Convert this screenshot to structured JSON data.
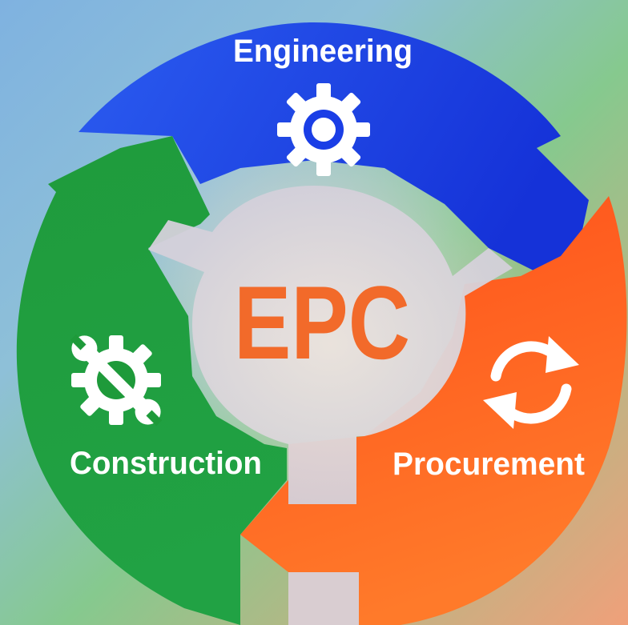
{
  "center": {
    "title": "EPC"
  },
  "segments": [
    {
      "key": "engineering",
      "label": "Engineering",
      "icon": "gear-icon",
      "color": "#1a3ee6"
    },
    {
      "key": "procurement",
      "label": "Procurement",
      "icon": "refresh-cycle-icon",
      "color": "#ff5a1f"
    },
    {
      "key": "construction",
      "label": "Construction",
      "icon": "wrench-gear-icon",
      "color": "#1e9a3a"
    }
  ],
  "colors": {
    "engineering": "#1a3ee6",
    "procurement": "#ff5a1f",
    "construction": "#1e9a3a",
    "center_text": "#f26a2a",
    "hub": "#d9d3d8"
  }
}
